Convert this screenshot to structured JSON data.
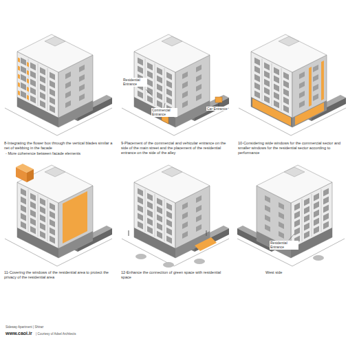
{
  "diagram": {
    "labels": [
      "Residential Entrance",
      "Commercial Entrance",
      "Car Entrance",
      "8-Integrating the flower box through the vertical blades similar a net of webbing in the facade",
      "- More coherence between facade elements",
      "9-Placement of the commercial and vehicular entrance on the side of the main street and the placement of the residential entrance on the side of the alley",
      "10-Considering wide windows for the commercial sector and smaller windows for the residential sector according to performance",
      "11-Covering the windows of the residential area to protect the privacy of the residential area",
      "12-Enhance the connection of green space with residential space",
      "Residential Entrance",
      "West side",
      "Sideway Apartment | Shiraz",
      "www.caoi.ir",
      "| Courtesy of Adsel Architects"
    ]
  }
}
